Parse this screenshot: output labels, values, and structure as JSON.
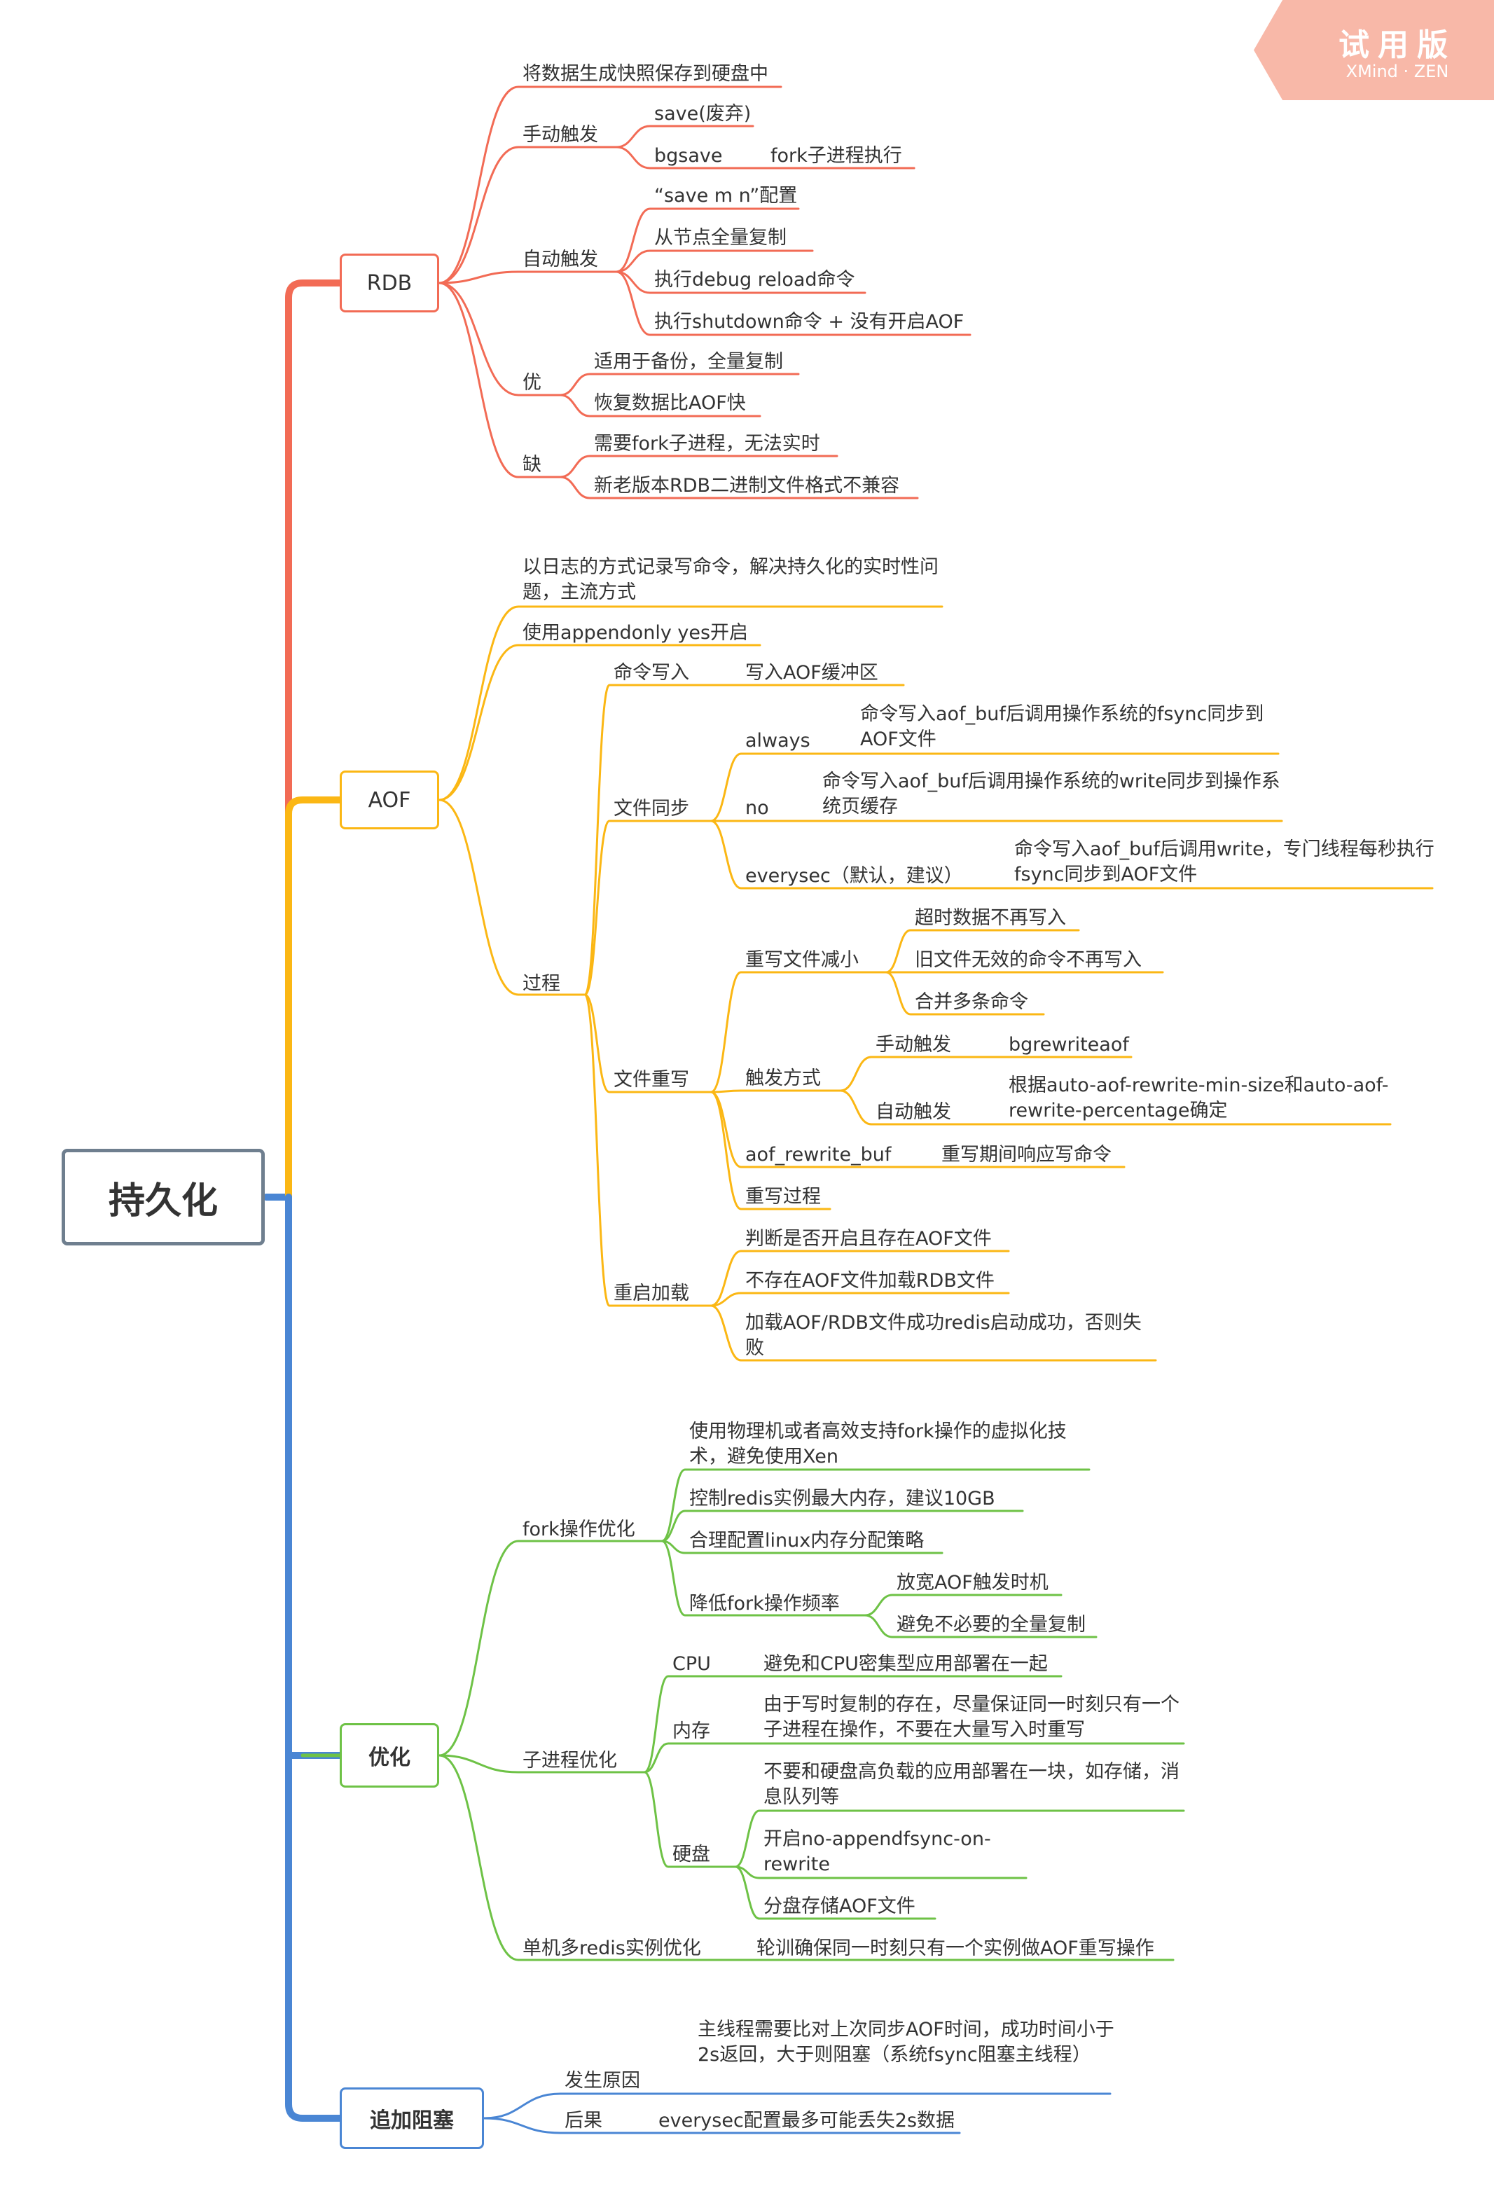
{
  "root": "持久化",
  "watermark": {
    "title": "试用版",
    "subtitle": "XMind · ZEN"
  },
  "colors": {
    "rdb": "#f26b55",
    "aof": "#fbb714",
    "opt": "#6ec246",
    "block": "#4a86d4",
    "root_border": "#6f7f8f"
  },
  "rdb": {
    "label": "RDB",
    "desc": "将数据生成快照保存到硬盘中",
    "manual": {
      "label": "手动触发",
      "save": "save(废弃)",
      "bgsave": "bgsave",
      "bgsave_detail": "fork子进程执行"
    },
    "auto": {
      "label": "自动触发",
      "items": [
        "“save m n”配置",
        "从节点全量复制",
        "执行debug reload命令",
        "执行shutdown命令 + 没有开启AOF"
      ]
    },
    "pros": {
      "label": "优",
      "items": [
        "适用于备份，全量复制",
        "恢复数据比AOF快"
      ]
    },
    "cons": {
      "label": "缺",
      "items": [
        "需要fork子进程，无法实时",
        "新老版本RDB二进制文件格式不兼容"
      ]
    }
  },
  "aof": {
    "label": "AOF",
    "desc": "以日志的方式记录写命令，解决持久化的实时性问题，主流方式",
    "enable": "使用appendonly yes开启",
    "process": {
      "label": "过程",
      "cmd_write": {
        "label": "命令写入",
        "detail": "写入AOF缓冲区"
      },
      "file_sync": {
        "label": "文件同步",
        "always": {
          "label": "always",
          "detail": "命令写入aof_buf后调用操作系统的fsync同步到AOF文件"
        },
        "no": {
          "label": "no",
          "detail": "命令写入aof_buf后调用操作系统的write同步到操作系统页缓存"
        },
        "everysec": {
          "label": "everysec（默认，建议）",
          "detail": "命令写入aof_buf后调用write，专门线程每秒执行fsync同步到AOF文件"
        }
      },
      "rewrite": {
        "label": "文件重写",
        "shrink": {
          "label": "重写文件减小",
          "items": [
            "超时数据不再写入",
            "旧文件无效的命令不再写入",
            "合并多条命令"
          ]
        },
        "trigger": {
          "label": "触发方式",
          "manual": {
            "label": "手动触发",
            "detail": "bgrewriteaof"
          },
          "auto": {
            "label": "自动触发",
            "detail": "根据auto-aof-rewrite-min-size和auto-aof-rewrite-percentage确定"
          }
        },
        "buf": {
          "label": "aof_rewrite_buf",
          "detail": "重写期间响应写命令"
        },
        "proc": "重写过程"
      },
      "reload": {
        "label": "重启加载",
        "items": [
          "判断是否开启且存在AOF文件",
          "不存在AOF文件加载RDB文件",
          "加载AOF/RDB文件成功redis启动成功，否则失败"
        ]
      }
    }
  },
  "opt": {
    "label": "优化",
    "fork": {
      "label": "fork操作优化",
      "items": [
        "使用物理机或者高效支持fork操作的虚拟化技术，避免使用Xen",
        "控制redis实例最大内存，建议10GB",
        "合理配置linux内存分配策略"
      ],
      "freq": {
        "label": "降低fork操作频率",
        "items": [
          "放宽AOF触发时机",
          "避免不必要的全量复制"
        ]
      }
    },
    "child": {
      "label": "子进程优化",
      "cpu": {
        "label": "CPU",
        "detail": "避免和CPU密集型应用部署在一起"
      },
      "mem": {
        "label": "内存",
        "detail": "由于写时复制的存在，尽量保证同一时刻只有一个子进程在操作，不要在大量写入时重写"
      },
      "disk": {
        "label": "硬盘",
        "items": [
          "不要和硬盘高负载的应用部署在一块，如存储，消息队列等",
          "开启no-appendfsync-on-rewrite",
          "分盘存储AOF文件"
        ]
      }
    },
    "multi": {
      "label": "单机多redis实例优化",
      "detail": "轮训确保同一时刻只有一个实例做AOF重写操作"
    }
  },
  "block": {
    "label": "追加阻塞",
    "cause": {
      "label": "发生原因",
      "detail": "主线程需要比对上次同步AOF时间，成功时间小于2s返回，大于则阻塞（系统fsync阻塞主线程）"
    },
    "result": {
      "label": "后果",
      "detail": "everysec配置最多可能丢失2s数据"
    }
  }
}
